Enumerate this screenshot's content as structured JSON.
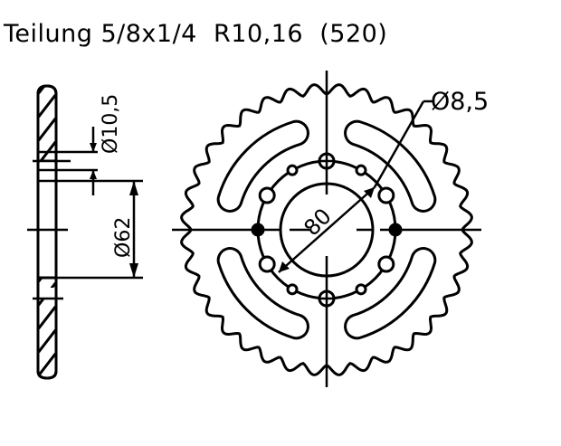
{
  "title": "Teilung 5/8x1/4  R10,16  (520)",
  "side_view": {
    "dim_hole": "Ø10,5",
    "dim_hub": "Ø62"
  },
  "front_view": {
    "dim_bolt_hole": "Ø8,5",
    "dim_bore": "80",
    "teeth_count": 36,
    "bolt_positions": 12
  },
  "colors": {
    "line": "#000000",
    "background": "#ffffff"
  }
}
